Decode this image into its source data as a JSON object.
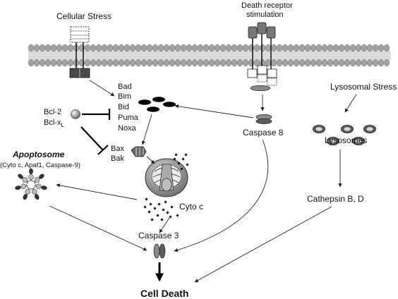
{
  "title": "",
  "labels": {
    "cellular_stress": "Cellular Stress",
    "death_receptor_line1": "Death receptor",
    "death_receptor_line2": "stimulation",
    "bh3_bad": "Bad",
    "bh3_bim": "Bim",
    "bh3_bid": "Bid",
    "bh3_puma": "Puma",
    "bh3_noxa": "Noxa",
    "bcl2": "Bcl-2",
    "bclxl": "Bcl-x",
    "bclxl_sub": "L",
    "bax": "Bax",
    "bak": "Bak",
    "apoptosome": "Apoptosome",
    "apoptosome_components": "(Cyto c, Apaf1, Caspase-9)",
    "cyto_c": "Cyto c",
    "caspase8": "Caspase 8",
    "lysosomal_stress": "Lysosomal Stress",
    "lysosomes": "Lysosomes",
    "cathepsin": "Cathepsin B, D",
    "caspase3": "Caspase 3",
    "cell_death": "Cell Death"
  },
  "colors": {
    "membrane_head": "#a3a3a3",
    "membrane_tail": "#c9c9c9",
    "receptor": "#7a7a7a",
    "dark_protein": "#000000",
    "lysosome_fill": "#5e5e5e",
    "mitochondrion": "#9a9a9a"
  },
  "icons": {
    "receptor": "membrane-receptor-icon",
    "bh3": "bh3-protein-icon",
    "bcl2": "bcl2-sphere-icon",
    "bax": "bax-pore-icon",
    "mitochondrion": "mitochondrion-icon",
    "apoptosome": "apoptosome-wheel-icon",
    "caspase8": "caspase8-dimer-icon",
    "lysosome": "lysosome-icon",
    "caspase3": "caspase3-dimer-icon"
  }
}
